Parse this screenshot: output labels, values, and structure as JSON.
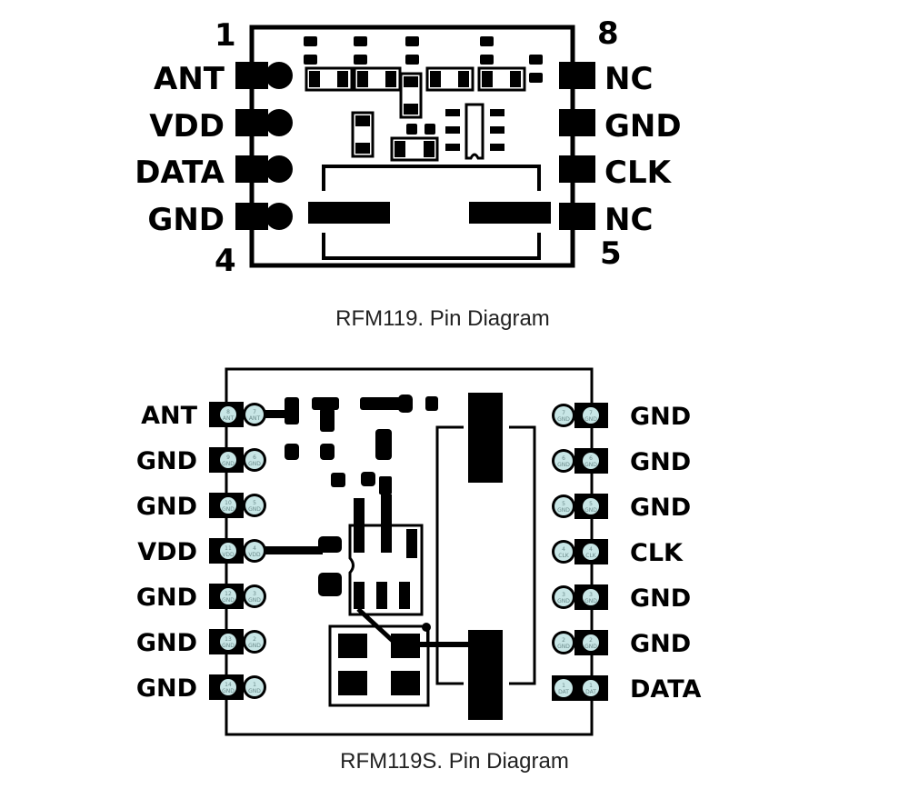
{
  "diagram1": {
    "caption": "RFM119. Pin Diagram",
    "corner_numbers": {
      "top_left": "1",
      "bottom_left": "4",
      "top_right": "8",
      "bottom_right": "5"
    },
    "left_pins": [
      "ANT",
      "VDD",
      "DATA",
      "GND"
    ],
    "right_pins": [
      "NC",
      "GND",
      "CLK",
      "NC"
    ]
  },
  "diagram2": {
    "caption": "RFM119S. Pin Diagram",
    "left_pins": [
      {
        "label": "ANT",
        "outer_num": "8",
        "outer_sig": "ANT",
        "inner_num": "7",
        "inner_sig": "ANT"
      },
      {
        "label": "GND",
        "outer_num": "9",
        "outer_sig": "GND",
        "inner_num": "6",
        "inner_sig": "GND"
      },
      {
        "label": "GND",
        "outer_num": "10",
        "outer_sig": "GND",
        "inner_num": "5",
        "inner_sig": "GND"
      },
      {
        "label": "VDD",
        "outer_num": "11",
        "outer_sig": "VDD",
        "inner_num": "4",
        "inner_sig": "VDD"
      },
      {
        "label": "GND",
        "outer_num": "12",
        "outer_sig": "GND",
        "inner_num": "3",
        "inner_sig": "GND"
      },
      {
        "label": "GND",
        "outer_num": "13",
        "outer_sig": "GND",
        "inner_num": "2",
        "inner_sig": "GND"
      },
      {
        "label": "GND",
        "outer_num": "14",
        "outer_sig": "GND",
        "inner_num": "1",
        "inner_sig": "GND"
      }
    ],
    "right_pins": [
      {
        "label": "GND",
        "outer_num": "7",
        "outer_sig": "GND",
        "inner_num": "7",
        "inner_sig": "GND"
      },
      {
        "label": "GND",
        "outer_num": "6",
        "outer_sig": "GND",
        "inner_num": "6",
        "inner_sig": "GND"
      },
      {
        "label": "GND",
        "outer_num": "5",
        "outer_sig": "GND",
        "inner_num": "5",
        "inner_sig": "GND"
      },
      {
        "label": "CLK",
        "outer_num": "4",
        "outer_sig": "CLK",
        "inner_num": "4",
        "inner_sig": "CLK"
      },
      {
        "label": "GND",
        "outer_num": "3",
        "outer_sig": "GND",
        "inner_num": "3",
        "inner_sig": "GND"
      },
      {
        "label": "GND",
        "outer_num": "2",
        "outer_sig": "GND",
        "inner_num": "2",
        "inner_sig": "GND"
      },
      {
        "label": "DATA",
        "outer_num": "1",
        "outer_sig": "DAT",
        "inner_num": "1",
        "inner_sig": "DAT"
      }
    ]
  },
  "colors": {
    "ink": "#000000",
    "pad_fill": "#c8e6e6",
    "pad_text": "#6a8a8a",
    "caption": "#222222"
  }
}
